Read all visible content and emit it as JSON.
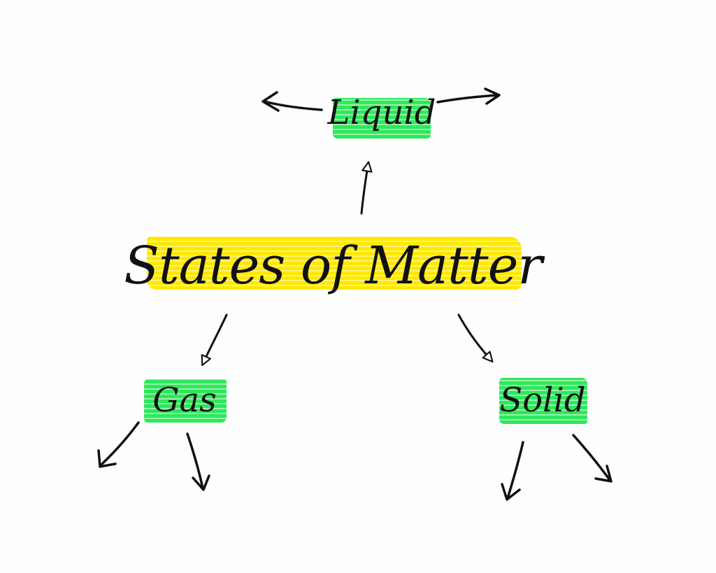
{
  "colors": {
    "background": "#fefefe",
    "ink": "#111111",
    "center_highlight": "#ffe800",
    "leaf_highlight": "#2ee85a"
  },
  "nodes": {
    "center": {
      "label": "States of Matter"
    },
    "liquid": {
      "label": "Liquid"
    },
    "gas": {
      "label": "Gas"
    },
    "solid": {
      "label": "Solid"
    }
  }
}
